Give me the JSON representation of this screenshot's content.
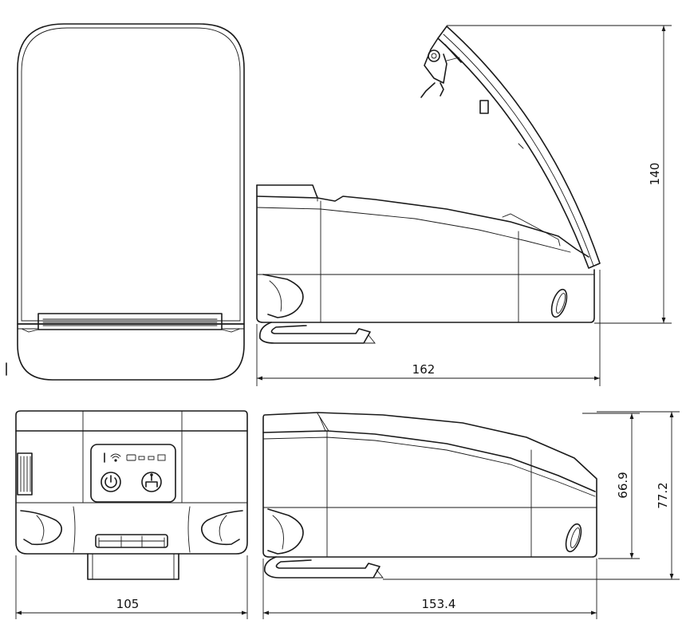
{
  "dimensions": {
    "width_open": "162",
    "height_open": "140",
    "width_front": "105",
    "depth_side": "153.4",
    "height_inner": "66.9",
    "height_outer": "77.2"
  }
}
